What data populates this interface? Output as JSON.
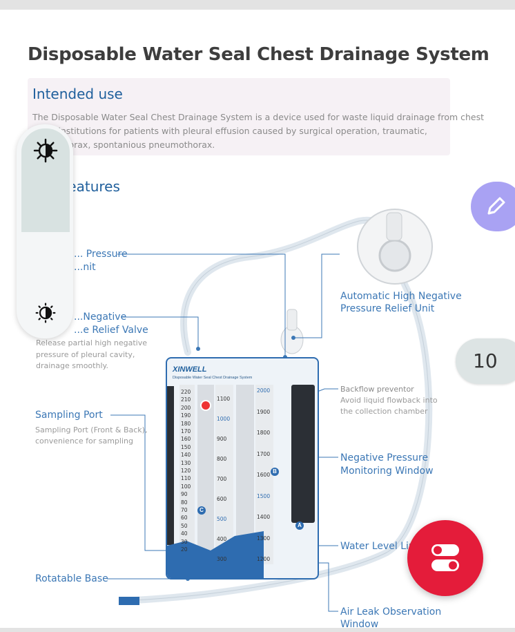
{
  "document": {
    "title": "Disposable Water Seal Chest Drainage System",
    "intended_use": {
      "heading": "Intended use",
      "lines": [
        "The Disposable Water Seal Chest Drainage System is a device used for waste liquid drainage from chest",
        "...ical institutions for patients with pleural effusion caused by surgical operation, traumatic,",
        "...umothorax, spontanious pneumothorax."
      ]
    },
    "features_heading": "...ct features"
  },
  "callouts": {
    "left": [
      {
        "title_lines": [
          "... Pressure",
          "...nit"
        ],
        "desc_lines": []
      },
      {
        "title_lines": [
          "...Negative",
          "...e Relief Valve"
        ],
        "desc_lines": [
          "Release partial high negative",
          "pressure of pleural cavity,",
          "drainage smoothly."
        ]
      },
      {
        "title_lines": [
          "Sampling Port"
        ],
        "desc_lines": [
          "Sampling Port (Front & Back),",
          "convenience for sampling"
        ]
      },
      {
        "title_lines": [
          "Rotatable Base"
        ],
        "desc_lines": []
      }
    ],
    "right": [
      {
        "title_lines": [
          "Automatic High Negative",
          "Pressure Relief Unit"
        ],
        "desc_lines": []
      },
      {
        "title_lines": [],
        "desc_lines": [
          "Backflow preventor",
          "Avoid liquid flowback into",
          "the collection chamber"
        ]
      },
      {
        "title_lines": [
          "Negative Pressure",
          "Monitoring Window"
        ],
        "desc_lines": []
      },
      {
        "title_lines": [
          "Water Level Lin..."
        ],
        "desc_lines": []
      },
      {
        "title_lines": [
          "Air Leak Observation",
          "Window"
        ],
        "desc_lines": []
      }
    ]
  },
  "device": {
    "brand": "XINWELL",
    "subtitle": "Disposable Water Seal Chest Drainage System",
    "scale_left": [
      "220",
      "210",
      "200",
      "190",
      "180",
      "170",
      "160",
      "150",
      "140",
      "130",
      "120",
      "110",
      "100",
      "90",
      "80",
      "70",
      "60",
      "50",
      "40",
      "30",
      "20"
    ],
    "scale_mid": [
      "1100",
      "1000",
      "900",
      "800",
      "700",
      "600",
      "500",
      "400",
      "300"
    ],
    "scale_right": [
      "2000",
      "1900",
      "1800",
      "1700",
      "1600",
      "1500",
      "1400",
      "1300",
      "1200"
    ],
    "badge_a": "A",
    "badge_b": "B",
    "badge_c": "C"
  },
  "overlays": {
    "brightness_high_icon": "brightness-high-icon",
    "brightness_low_icon": "brightness-low-icon",
    "brightness_level": 0.5,
    "page_number": "10",
    "edit_icon": "pencil-icon",
    "fab_icon": "toggle-switches-icon",
    "colors": {
      "fab": "#e41c3a",
      "edit": "#a9a2f3",
      "accent": "#1f5f9c"
    }
  }
}
